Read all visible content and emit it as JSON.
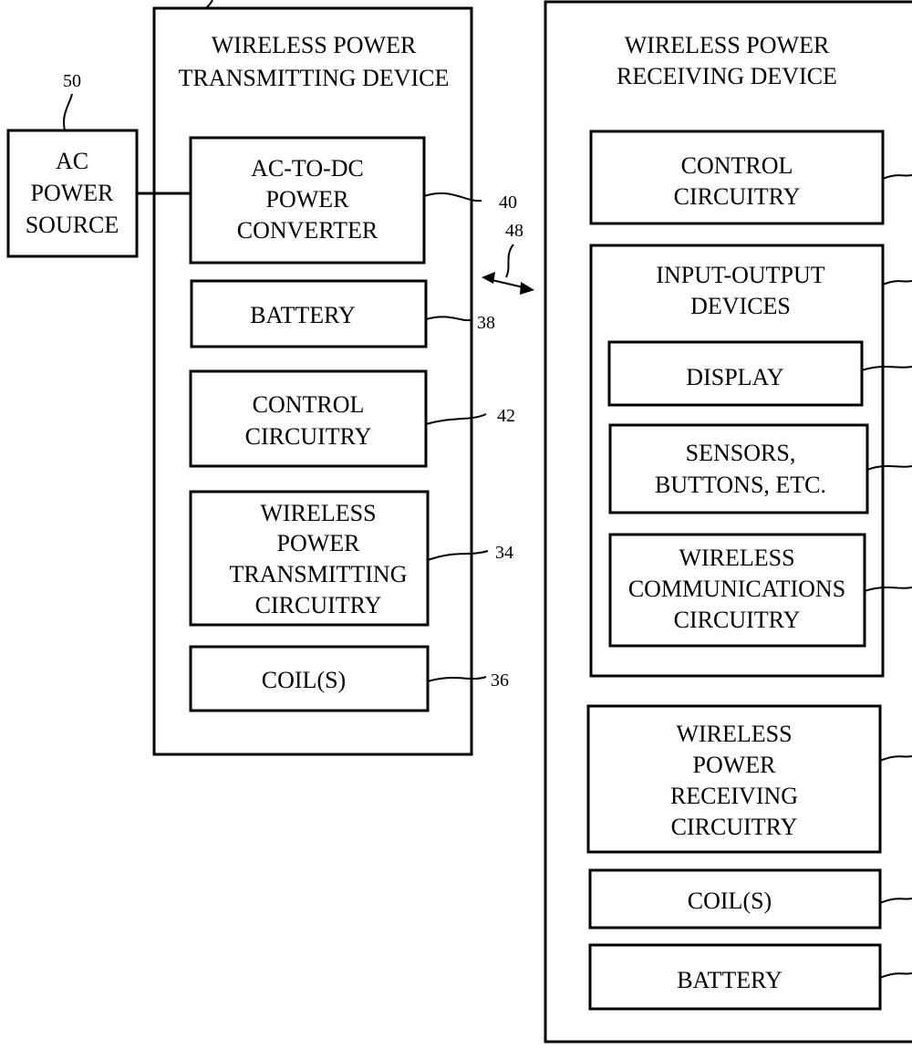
{
  "transmitter": {
    "title": [
      "WIRELESS POWER",
      "TRANSMITTING DEVICE"
    ],
    "blocks": {
      "converter": {
        "lines": [
          "AC-TO-DC",
          "POWER",
          "CONVERTER"
        ],
        "ref": "40"
      },
      "battery": {
        "lines": [
          "BATTERY"
        ],
        "ref": "38"
      },
      "control": {
        "lines": [
          "CONTROL",
          "CIRCUITRY"
        ],
        "ref": "42"
      },
      "tx_circuitry": {
        "lines": [
          "WIRELESS",
          "POWER",
          "TRANSMITTING",
          "CIRCUITRY"
        ],
        "ref": "34"
      },
      "coils": {
        "lines": [
          "COIL(S)"
        ],
        "ref": "36"
      }
    }
  },
  "ac_source": {
    "lines": [
      "AC",
      "POWER",
      "SOURCE"
    ],
    "ref": "50"
  },
  "link": {
    "ref": "48"
  },
  "receiver": {
    "title": [
      "WIRELESS POWER",
      "RECEIVING DEVICE"
    ],
    "blocks": {
      "control": {
        "lines": [
          "CONTROL",
          "CIRCUITRY"
        ]
      },
      "io": {
        "title": [
          "INPUT-OUTPUT",
          "DEVICES"
        ],
        "display": {
          "lines": [
            "DISPLAY"
          ]
        },
        "sensors": {
          "lines": [
            "SENSORS,",
            "BUTTONS, ETC."
          ]
        },
        "wireless_comm": {
          "lines": [
            "WIRELESS",
            "COMMUNICATIONS",
            "CIRCUITRY"
          ]
        }
      },
      "rx_circuitry": {
        "lines": [
          "WIRELESS",
          "POWER",
          "RECEIVING",
          "CIRCUITRY"
        ]
      },
      "coils": {
        "lines": [
          "COIL(S)"
        ]
      },
      "battery": {
        "lines": [
          "BATTERY"
        ]
      }
    }
  }
}
